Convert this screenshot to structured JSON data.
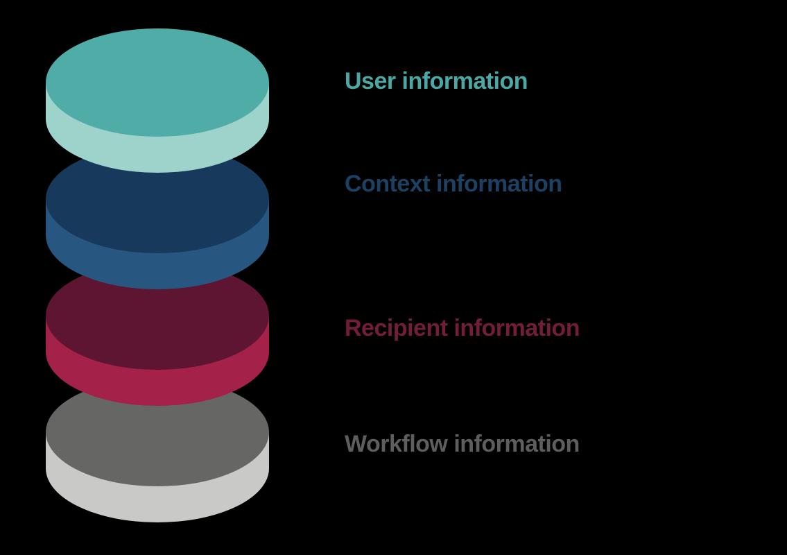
{
  "background": "#000000",
  "diagram": {
    "type": "stacked-disc-layers",
    "layers": [
      {
        "label": "User information",
        "label_color": "#4AA9A4",
        "disc_top_color": "#4FACA6",
        "disc_side_color": "#9ED3CC"
      },
      {
        "label": "Context information",
        "label_color": "#1D4163",
        "disc_top_color": "#17395B",
        "disc_side_color": "#275680"
      },
      {
        "label": "Recipient information",
        "label_color": "#721D39",
        "disc_top_color": "#5D1531",
        "disc_side_color": "#A42149"
      },
      {
        "label": "Workflow information",
        "label_color": "#5E5E5E",
        "disc_top_color": "#666664",
        "disc_side_color": "#C9C9C8"
      }
    ]
  }
}
